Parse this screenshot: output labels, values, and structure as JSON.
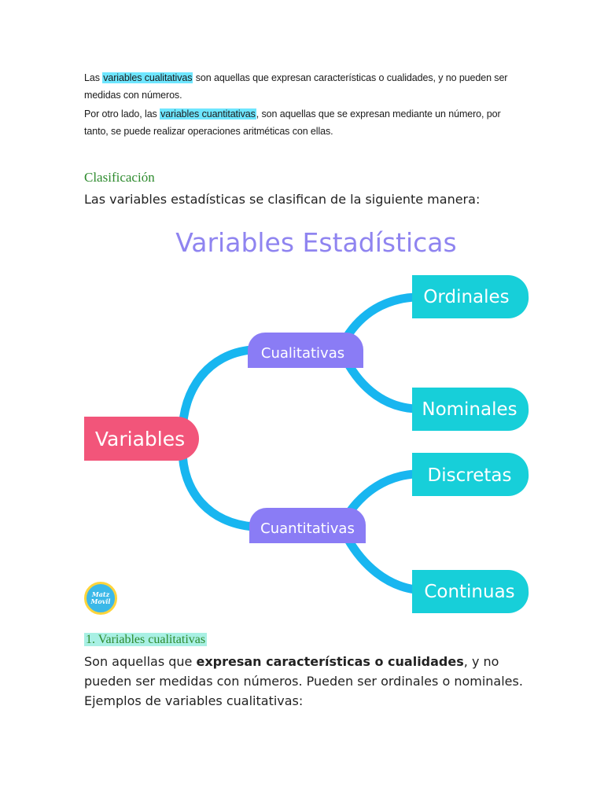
{
  "intro": {
    "p1_before": "Las ",
    "p1_highlight": "variables cualitativas",
    "p1_after": " son aquellas que expresan características o cualidades, y no pueden ser medidas con números.",
    "p2_before": "Por otro lado, las ",
    "p2_highlight": "variables cuantitativas",
    "p2_after": ", son aquellas que se expresan mediante un número, por tanto, se puede realizar operaciones aritméticas con ellas."
  },
  "classification": {
    "heading": "Clasificación",
    "text": "Las variables estadísticas se clasifican de la siguiente manera:"
  },
  "diagram": {
    "title": "Variables Estadísticas",
    "root": "Variables",
    "qualitative": "Cualitativas",
    "quantitative": "Cuantitativas",
    "ordinal": "Ordinales",
    "nominal": "Nominales",
    "discrete": "Discretas",
    "continuous": "Continuas",
    "logo_line1": "Matz",
    "logo_line2": "Movil",
    "colors": {
      "title": "#8f84f0",
      "root": "#f2557a",
      "branch": "#8a7cf5",
      "leaf": "#17cfd9",
      "connector": "#18b6f0"
    }
  },
  "section1": {
    "heading": "1. Variables cualitativas",
    "line1_before": "Son aquellas que ",
    "line1_bold": "expresan características o cualidades",
    "line1_after": ", y no pueden ser medidas con números. Pueden ser ordinales o nominales.",
    "line2": "Ejemplos de variables cualitativas:"
  }
}
